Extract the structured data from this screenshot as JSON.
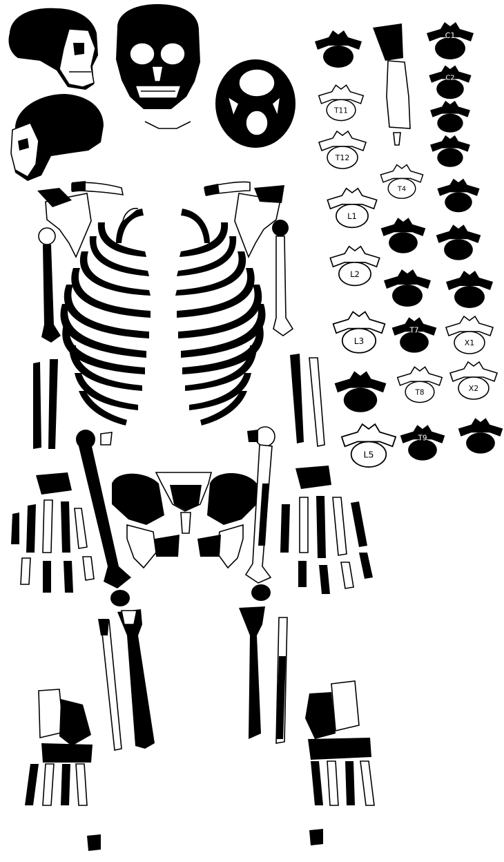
{
  "figure": {
    "colors": {
      "ink": "#000000",
      "paper": "#ffffff"
    },
    "vertebra_labels": [
      "C1",
      "C2",
      "T11",
      "T12",
      "T4",
      "L1",
      "L2",
      "L3",
      "T7",
      "L5",
      "T8",
      "T9",
      "X1",
      "X2"
    ]
  }
}
